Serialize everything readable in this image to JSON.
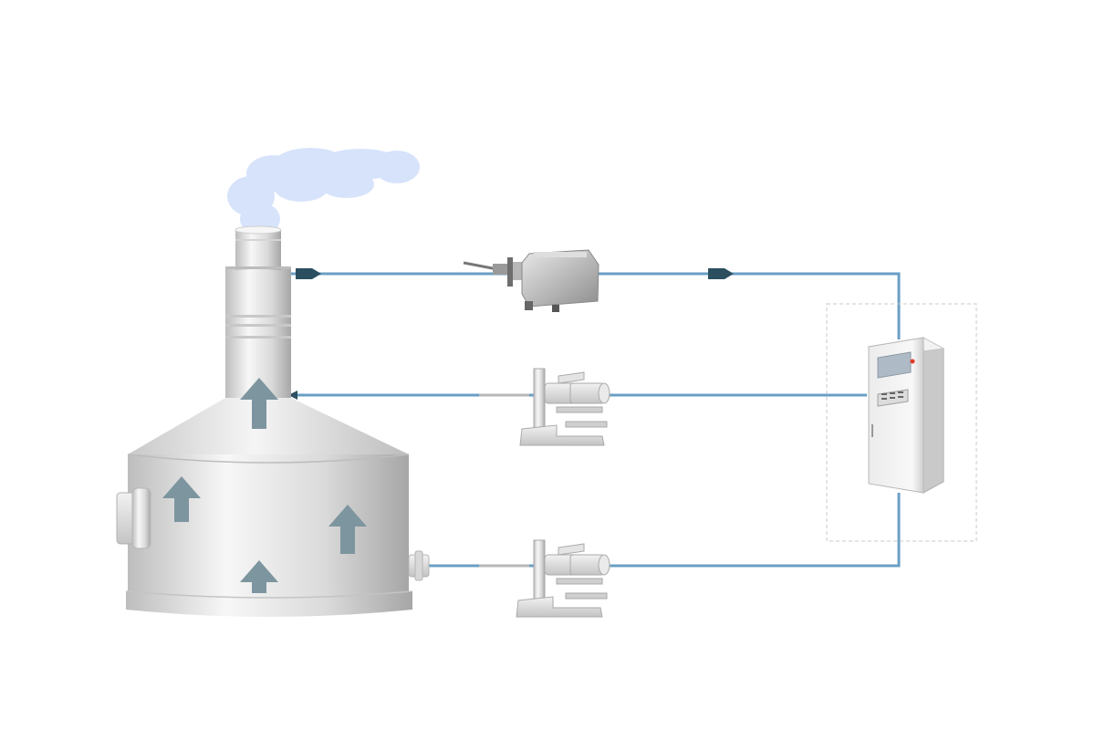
{
  "diagram": {
    "background": "#ffffff",
    "colors": {
      "pipe": "#6a9fc4",
      "pipe_highlight": "#a9c9e0",
      "flow_arrow": "#2c4f60",
      "updraft_arrow": "#7d959f",
      "smoke": "#d6e3fb",
      "metal_light": "#f4f4f4",
      "metal_mid": "#d2d2d2",
      "metal_dark": "#9c9c9c",
      "enclosure_border": "#c8c8c8",
      "cabinet_screen": "#aebbc6",
      "indicator_red": "#e23a2a"
    },
    "components": {
      "furnace": {
        "icon": "furnace-vessel-icon"
      },
      "chimney": {
        "icon": "chimney-stack-icon"
      },
      "smoke": {
        "icon": "smoke-plume-icon"
      },
      "stack_analyzer": {
        "icon": "gas-analyzer-box-icon"
      },
      "probe_upper": {
        "icon": "sampling-probe-icon"
      },
      "probe_lower": {
        "icon": "sampling-probe-icon"
      },
      "control_cabinet": {
        "icon": "control-cabinet-icon"
      },
      "cabinet_enclosure": {
        "icon": "dashed-enclosure-icon"
      }
    },
    "flow_markers": [
      {
        "icon": "arrow-right-icon",
        "line": "top"
      },
      {
        "icon": "arrow-right-icon",
        "line": "top"
      },
      {
        "icon": "arrow-left-icon",
        "line": "middle"
      }
    ],
    "updraft_arrows": {
      "count": 4,
      "icon": "arrow-up-icon"
    }
  }
}
